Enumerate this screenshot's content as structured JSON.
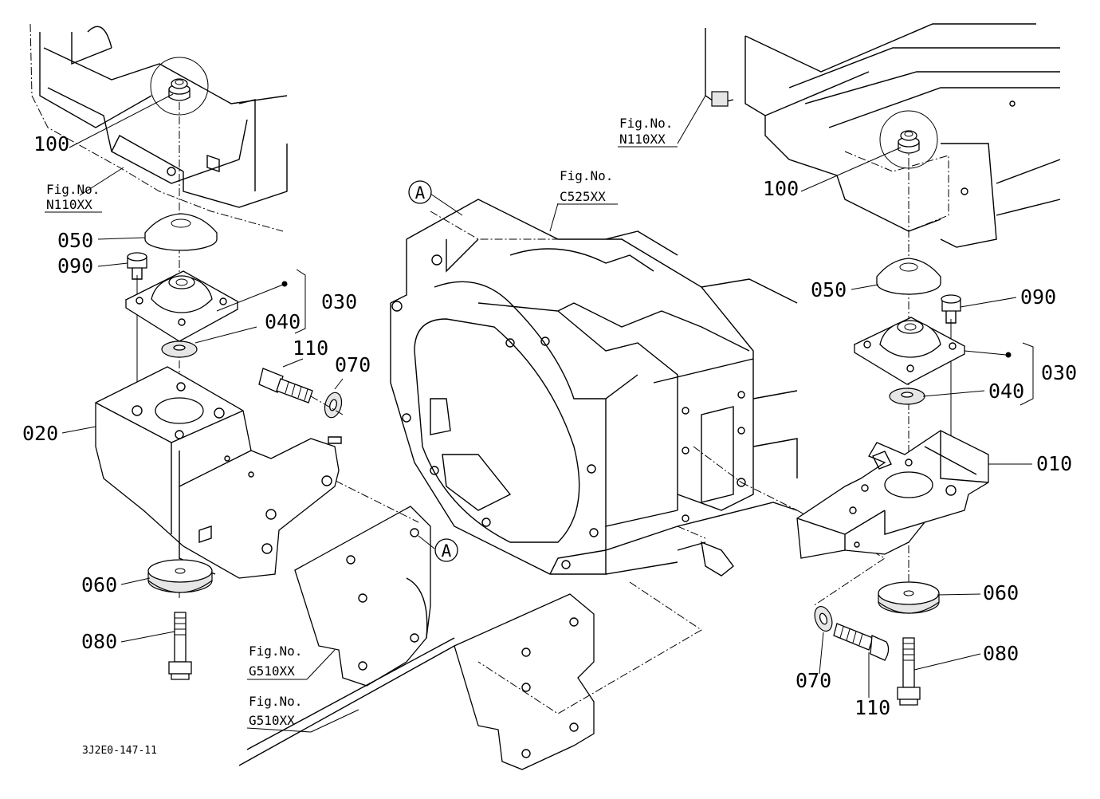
{
  "drawing_code": "3J2E0-147-11",
  "fig_refs": {
    "n110_left": {
      "title": "Fig.No.",
      "code": "N110XX"
    },
    "n110_right": {
      "title": "Fig.No.",
      "code": "N110XX"
    },
    "c525": {
      "title": "Fig.No.",
      "code": "C525XX"
    },
    "g510_upper": {
      "title": "Fig.No.",
      "code": "G510XX"
    },
    "g510_lower": {
      "title": "Fig.No.",
      "code": "G510XX"
    }
  },
  "view_markers": {
    "a1": "A",
    "a2": "A"
  },
  "part_labels": {
    "left": {
      "p100": "100",
      "p050": "050",
      "p090": "090",
      "p030": "030",
      "p040": "040",
      "p110": "110",
      "p070": "070",
      "p020": "020",
      "p060": "060",
      "p080": "080"
    },
    "right": {
      "p100": "100",
      "p050": "050",
      "p090": "090",
      "p030": "030",
      "p040": "040",
      "p010": "010",
      "p060": "060",
      "p080": "080",
      "p070": "070",
      "p110": "110"
    }
  }
}
